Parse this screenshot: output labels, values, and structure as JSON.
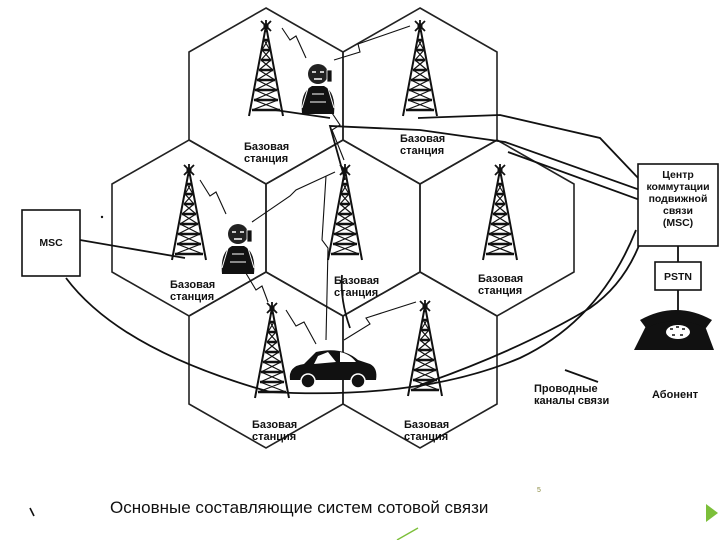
{
  "labels": {
    "base_station": "Базовая\nстанция",
    "msc_left": "MSC",
    "msc_center": "Центр\nкоммутации\nподвижной\nсвязи\n(MSC)",
    "pstn": "PSTN",
    "subscriber": "Абонент",
    "wired_channels": "Проводные\nканалы связи"
  },
  "caption": "Основные составляющие систем сотовой связи",
  "page_number": "5",
  "colors": {
    "ink": "#111111",
    "accent_green": "#7cbf3a",
    "background": "#ffffff"
  },
  "icons": [
    "tower-icon",
    "person-with-phone-icon",
    "car-icon",
    "telephone-icon"
  ]
}
